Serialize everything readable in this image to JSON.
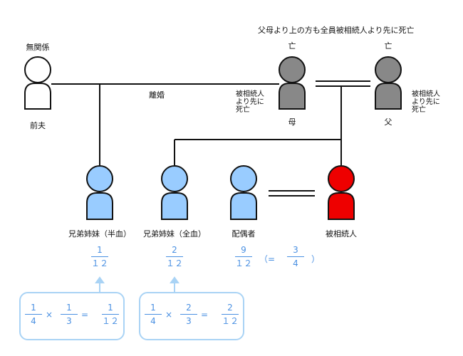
{
  "header_note": "父母より上の方も全員被相続人より先に死亡",
  "death_mark": "亡",
  "persons": {
    "ex_husband": {
      "top": "無関係",
      "bottom": "前夫",
      "color": "#ffffff"
    },
    "mother": {
      "bottom": "母",
      "color": "#888888"
    },
    "father": {
      "bottom": "父",
      "color": "#888888"
    },
    "half_sibling": {
      "bottom": "兄弟姉妹（半血）",
      "color": "#99ccff"
    },
    "full_sibling": {
      "bottom": "兄弟姉妹（全血）",
      "color": "#99ccff"
    },
    "spouse": {
      "bottom": "配偶者",
      "color": "#99ccff"
    },
    "decedent": {
      "bottom": "被相続人",
      "color": "#ee0000"
    }
  },
  "divorce_label": "離婚",
  "predeceased_note": [
    "被相続人",
    "より先に",
    "死亡"
  ],
  "shares": {
    "half": {
      "num": "1",
      "den": "１２"
    },
    "full": {
      "num": "2",
      "den": "１２"
    },
    "spouse": {
      "num": "9",
      "den": "１２",
      "eq_open": "（=",
      "simp_num": "3",
      "simp_den": "4",
      "eq_close": "）"
    }
  },
  "calc_half": {
    "a": {
      "num": "1",
      "den": "4"
    },
    "times": "×",
    "b": {
      "num": "1",
      "den": "3"
    },
    "equals": "=",
    "r": {
      "num": "1",
      "den": "１２"
    }
  },
  "calc_full": {
    "a": {
      "num": "1",
      "den": "4"
    },
    "times": "×",
    "b": {
      "num": "2",
      "den": "3"
    },
    "equals": "=",
    "r": {
      "num": "2",
      "den": "１２"
    }
  },
  "colors": {
    "line": "#111111",
    "accent": "#4a90e2",
    "box_border": "#a9d3f5"
  }
}
